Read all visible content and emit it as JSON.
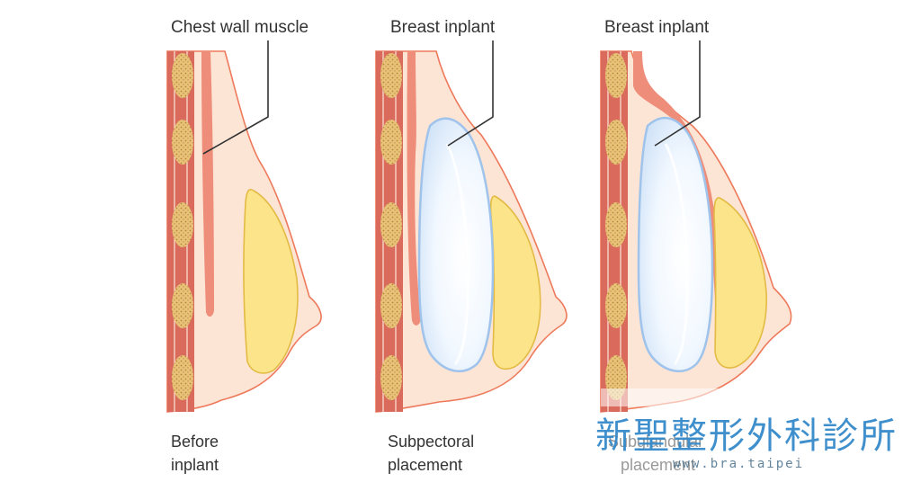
{
  "panels": [
    {
      "id": "before",
      "top_label": "Chest wall muscle",
      "caption_line1": "Before",
      "caption_line2": "inplant"
    },
    {
      "id": "subpectoral",
      "top_label": "Breast inplant",
      "caption_line1": "Subpectoral",
      "caption_line2": "placement"
    },
    {
      "id": "subglandular",
      "top_label": "Breast inplant",
      "caption_line1": "Subglandular",
      "caption_line2": "placement"
    }
  ],
  "watermark": {
    "clinic_name": "新聖整形外科診所",
    "url": "www.bra.taipei"
  },
  "colors": {
    "skin": "#fde5d6",
    "skin_outline": "#ee7a5c",
    "muscle": "#ee8e7a",
    "rib_strip": "#d96a5c",
    "fat_gland": "#fbe48a",
    "fat_outline": "#e3bb44",
    "rib_blob": "#e8c377",
    "implant_fill": "#e3effc",
    "implant_outline": "#9fc3eb",
    "leader_line": "#333333",
    "watermark_blue": "#2f86c9"
  }
}
